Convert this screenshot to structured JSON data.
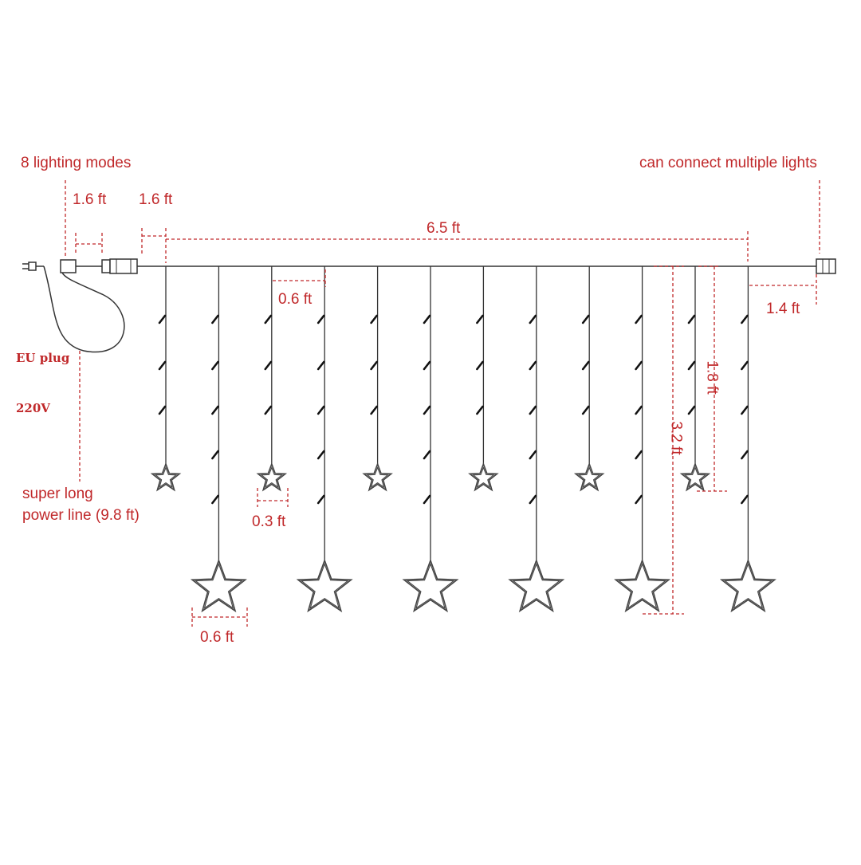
{
  "colors": {
    "annotation": "#c0282a",
    "line": "#333333",
    "star_stroke": "#444444",
    "background": "#ffffff"
  },
  "labels": {
    "lighting_modes": "8 lighting modes",
    "connect_multiple": "can connect multiple lights",
    "controller_len": "1.6 ft",
    "lead_len": "1.6 ft",
    "total_width": "6.5 ft",
    "strand_spacing": "0.6 ft",
    "end_gap": "1.4 ft",
    "short_strand": "1.8 ft",
    "long_strand": "3.2 ft",
    "small_star": "0.3 ft",
    "large_star": "0.6 ft",
    "eu_plug": "EU plug",
    "voltage": "220V",
    "power_line_1": "super long",
    "power_line_2": "power line (9.8 ft)"
  },
  "diagram": {
    "strand_count": 12,
    "short_strand_star": "small",
    "long_strand_star": "large",
    "icons": [
      "plug-icon",
      "controller-icon",
      "connector-icon",
      "end-connector-icon",
      "star-icon",
      "led-bulb-icon"
    ]
  }
}
